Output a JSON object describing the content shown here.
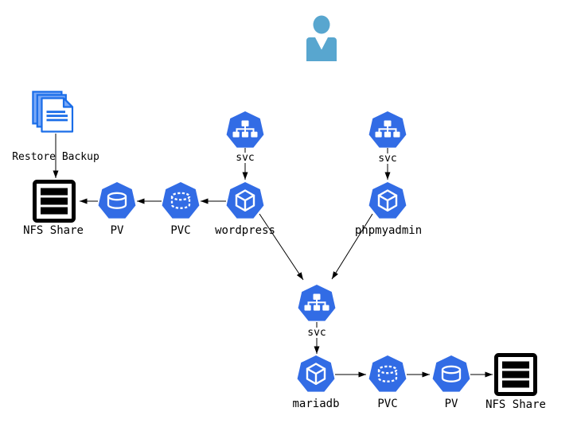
{
  "diagram": {
    "type": "kubernetes-architecture",
    "labels": {
      "restore_backup": "Restore Backup",
      "nfs_left": "NFS Share",
      "pv_left": "PV",
      "pvc_left": "PVC",
      "wordpress": "wordpress",
      "svc_wordpress": "svc",
      "phpmyadmin": "phpmyadmin",
      "svc_phpmyadmin": "svc",
      "svc_mariadb": "svc",
      "mariadb": "mariadb",
      "pvc_bottom": "PVC",
      "pv_bottom": "PV",
      "nfs_right": "NFS Share"
    },
    "nodes": [
      {
        "id": "user",
        "icon": "user-icon"
      },
      {
        "id": "restore-backup",
        "icon": "documents-icon",
        "label_key": "restore_backup"
      },
      {
        "id": "nfs-share-left",
        "icon": "nfs-share-icon",
        "label_key": "nfs_left"
      },
      {
        "id": "pv-left",
        "icon": "persistent-volume-icon",
        "label_key": "pv_left"
      },
      {
        "id": "pvc-left",
        "icon": "persistent-volume-claim-icon",
        "label_key": "pvc_left"
      },
      {
        "id": "svc-wordpress",
        "icon": "service-icon"
      },
      {
        "id": "wordpress",
        "icon": "pod-icon",
        "label_key": "wordpress"
      },
      {
        "id": "svc-phpmyadmin",
        "icon": "service-icon"
      },
      {
        "id": "phpmyadmin",
        "icon": "pod-icon",
        "label_key": "phpmyadmin"
      },
      {
        "id": "svc-mariadb",
        "icon": "service-icon"
      },
      {
        "id": "mariadb",
        "icon": "pod-icon",
        "label_key": "mariadb"
      },
      {
        "id": "pvc-bottom",
        "icon": "persistent-volume-claim-icon",
        "label_key": "pvc_bottom"
      },
      {
        "id": "pv-bottom",
        "icon": "persistent-volume-icon",
        "label_key": "pv_bottom"
      },
      {
        "id": "nfs-share-right",
        "icon": "nfs-share-icon",
        "label_key": "nfs_right"
      }
    ],
    "edges": [
      {
        "from": "restore-backup",
        "to": "nfs-share-left"
      },
      {
        "from": "pv-left",
        "to": "nfs-share-left"
      },
      {
        "from": "pvc-left",
        "to": "pv-left"
      },
      {
        "from": "wordpress",
        "to": "pvc-left"
      },
      {
        "from": "svc-wordpress",
        "to": "wordpress",
        "label_key": "svc_wordpress"
      },
      {
        "from": "svc-phpmyadmin",
        "to": "phpmyadmin",
        "label_key": "svc_phpmyadmin"
      },
      {
        "from": "wordpress",
        "to": "svc-mariadb"
      },
      {
        "from": "phpmyadmin",
        "to": "svc-mariadb"
      },
      {
        "from": "svc-mariadb",
        "to": "mariadb",
        "label_key": "svc_mariadb"
      },
      {
        "from": "mariadb",
        "to": "pvc-bottom"
      },
      {
        "from": "pvc-bottom",
        "to": "pv-bottom"
      },
      {
        "from": "pv-bottom",
        "to": "nfs-share-right"
      }
    ],
    "colors": {
      "kubernetes_blue": "#326CE5",
      "user_blue": "#58A6CF",
      "document_border_blue": "#1A6DE8",
      "document_fill_blue": "#7AA9F7",
      "line_black": "#000000",
      "background": "#FFFFFF"
    }
  }
}
